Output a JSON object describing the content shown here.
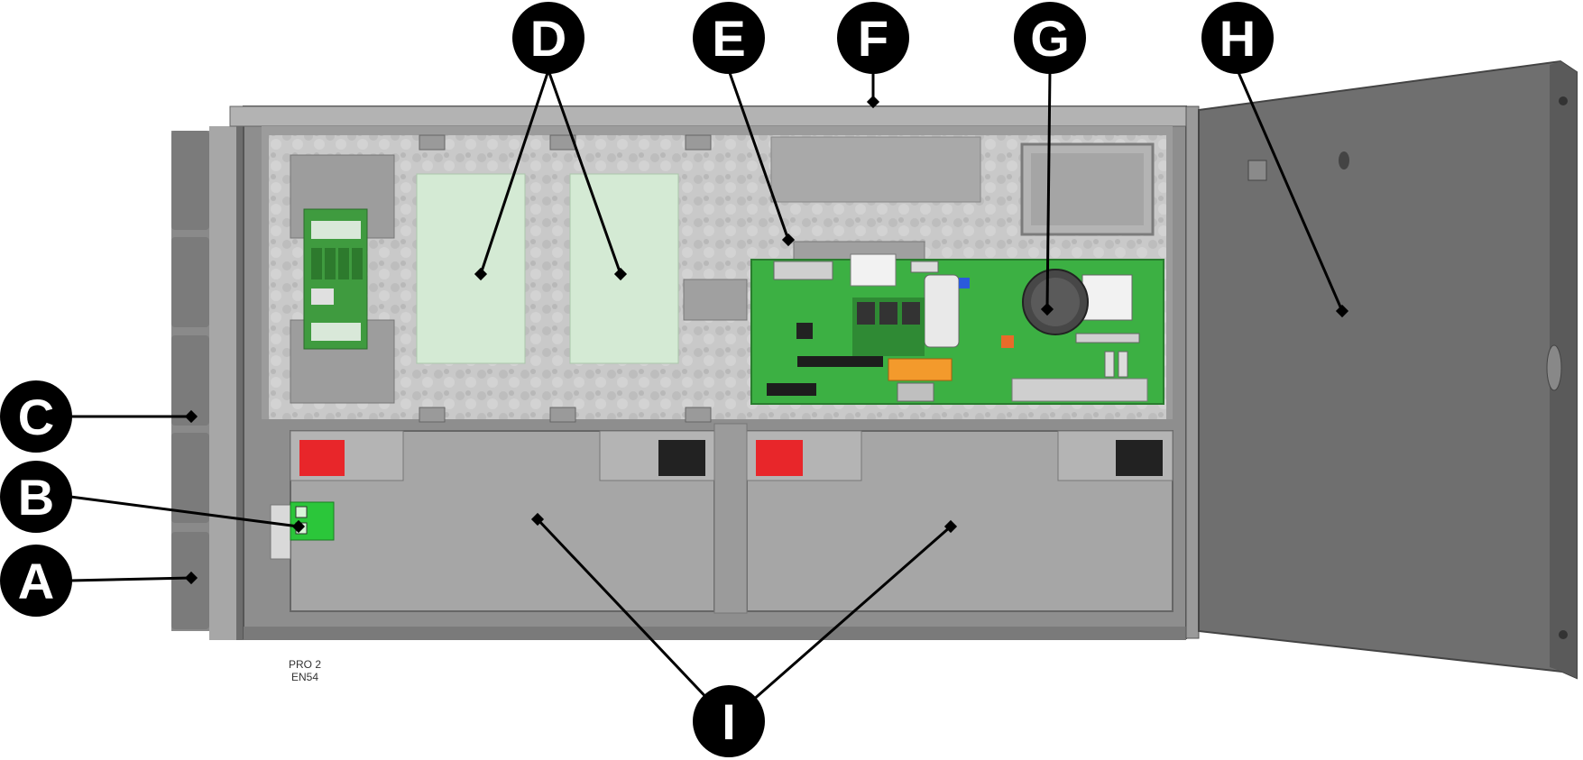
{
  "callouts": [
    {
      "letter": "A"
    },
    {
      "letter": "B"
    },
    {
      "letter": "C"
    },
    {
      "letter": "D"
    },
    {
      "letter": "E"
    },
    {
      "letter": "F"
    },
    {
      "letter": "G"
    },
    {
      "letter": "H"
    },
    {
      "letter": "I"
    }
  ],
  "caption": {
    "line1": "PRO 2",
    "line2": "EN54"
  },
  "colors": {
    "cabinet": "#9a9a9a",
    "backplate": "#c8c8c8",
    "door": "#6f6f6f",
    "pcb": "#3cb043",
    "battery": "#a6a6a6",
    "psu_module": "#d4ead4",
    "terminal_red": "#e8262a",
    "terminal_black": "#222222",
    "callout": "#000000"
  }
}
